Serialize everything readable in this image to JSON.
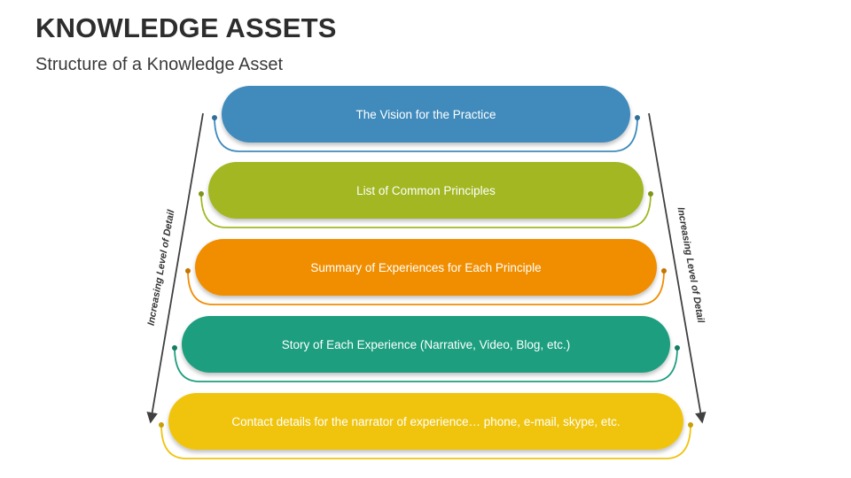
{
  "header": {
    "title": "KNOWLEDGE ASSETS",
    "subtitle": "Structure of a Knowledge Asset"
  },
  "levels": [
    {
      "label": "The Vision for the Practice",
      "color": "#3f8bbc",
      "shade": "#2f6f99"
    },
    {
      "label": "List of Common Principles",
      "color": "#a2b723",
      "shade": "#7f9418"
    },
    {
      "label": "Summary of Experiences for Each Principle",
      "color": "#f18e04",
      "shade": "#c77300"
    },
    {
      "label": "Story of Each Experience (Narrative, Video, Blog, etc.)",
      "color": "#1f9e7f",
      "shade": "#157d63"
    },
    {
      "label": "Contact details for the narrator of experience… phone, e-mail, skype, etc.",
      "color": "#f0c40f",
      "shade": "#c89f08"
    }
  ],
  "side_labels": {
    "left": "Increasing Level of Detail",
    "right": "Increasing Level of Detail"
  },
  "colors": {
    "arrow": "#404040",
    "title": "#2d2d2d"
  }
}
